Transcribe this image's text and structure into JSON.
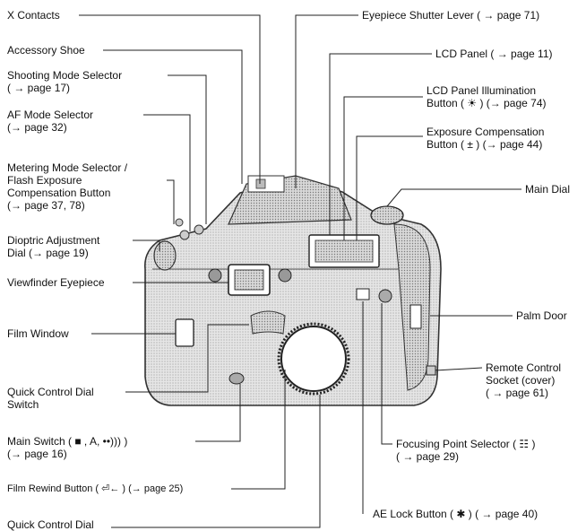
{
  "labels": {
    "x_contacts": "X Contacts",
    "accessory_shoe": "Accessory Shoe",
    "shooting_mode_1": "Shooting Mode Selector",
    "shooting_mode_2": "( → page 17)",
    "af_mode_1": "AF Mode Selector",
    "af_mode_2": "(→ page 32)",
    "metering_1": "Metering Mode Selector /",
    "metering_2": "Flash Exposure",
    "metering_3": "Compensation Button",
    "metering_4": "(→ page 37, 78)",
    "dioptric_1": "Dioptric Adjustment",
    "dioptric_2": "Dial (→ page 19)",
    "viewfinder_eyepiece": "Viewfinder Eyepiece",
    "film_window": "Film Window",
    "qc_switch_1": "Quick Control Dial",
    "qc_switch_2": "Switch",
    "main_switch_1": "Main Switch ( ■ , A, ••))) )",
    "main_switch_2": "(→ page 16)",
    "film_rewind": "Film Rewind Button ( ⏎← ) (→ page 25)",
    "quick_control_dial": "Quick Control Dial",
    "eyepiece_shutter": "Eyepiece Shutter Lever ( → page 71)",
    "lcd_panel": "LCD Panel ( → page 11)",
    "lcd_illum_1": "LCD Panel Illumination",
    "lcd_illum_2": "Button ( ☀ ) (→ page 74)",
    "exp_comp_1": "Exposure Compensation",
    "exp_comp_2": "Button ( ± ) (→ page 44)",
    "main_dial": "Main Dial",
    "palm_door": "Palm Door",
    "remote_1": "Remote Control",
    "remote_2": "Socket (cover)",
    "remote_3": "( → page 61)",
    "focus_point_1": "Focusing Point Selector ( ☷ )",
    "focus_point_2": "( → page 29)",
    "ae_lock": "AE Lock Button ( ✱ ) ( → page 40)"
  }
}
